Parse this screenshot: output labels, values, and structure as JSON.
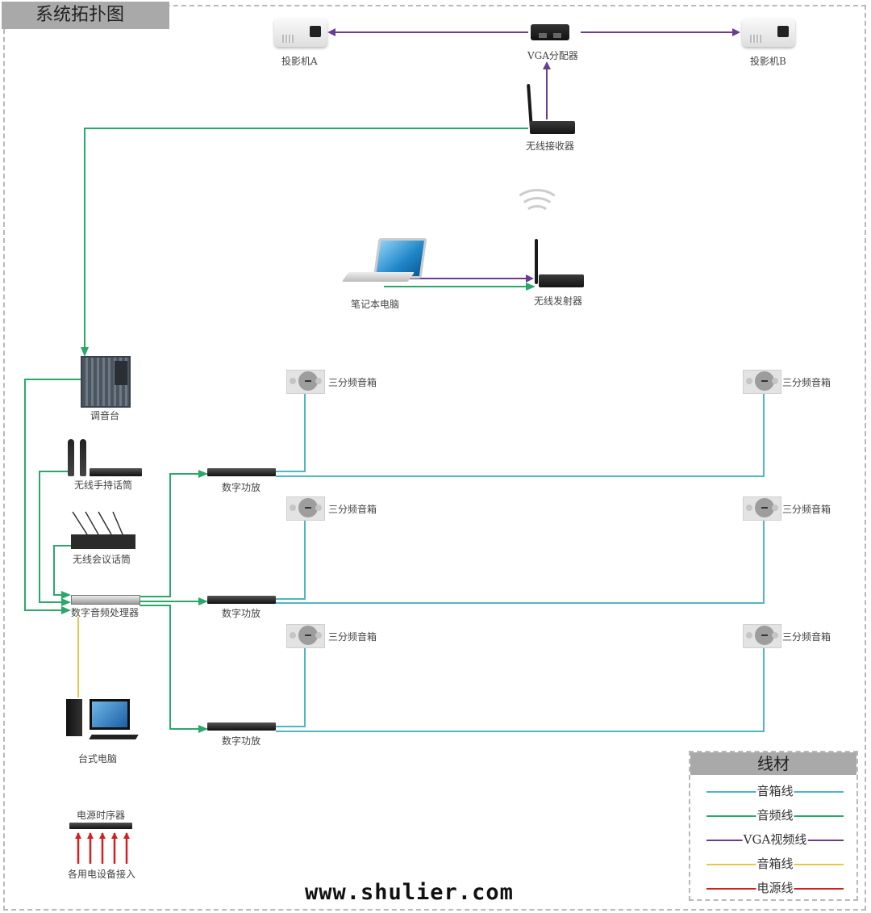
{
  "title": "系统拓扑图",
  "colors": {
    "speaker_line": "#4fb6c2",
    "audio_line": "#2aa86a",
    "vga_line": "#6a3d8f",
    "speaker_line_yellow": "#e8c74a",
    "power_line": "#d21f1f",
    "title_bg": "#a9a9a9"
  },
  "devices": {
    "projector_a": "投影机A",
    "projector_b": "投影机B",
    "vga_splitter": "VGA分配器",
    "wireless_receiver": "无线接收器",
    "laptop": "笔记本电脑",
    "wireless_transmitter": "无线发射器",
    "mixer": "调音台",
    "wireless_handheld_mic": "无线手持话筒",
    "wireless_conference_mic": "无线会议话筒",
    "dsp": "数字音频处理器",
    "desktop_pc": "台式电脑",
    "power_sequencer": "电源时序器",
    "power_inputs": "各用电设备接入",
    "amplifiers": [
      "数字功放",
      "数字功放",
      "数字功放"
    ],
    "speakers": [
      "三分频音箱",
      "三分频音箱",
      "三分频音箱",
      "三分频音箱",
      "三分频音箱",
      "三分频音箱"
    ]
  },
  "legend": {
    "title": "线材",
    "items": [
      {
        "label": "音箱线",
        "color": "#4fb6c2"
      },
      {
        "label": "音频线",
        "color": "#2aa86a"
      },
      {
        "label": "VGA视频线",
        "color": "#6a3d8f"
      },
      {
        "label": "音箱线",
        "color": "#e8c74a"
      },
      {
        "label": "电源线",
        "color": "#d21f1f"
      }
    ]
  },
  "watermark": "www.shulier.com"
}
